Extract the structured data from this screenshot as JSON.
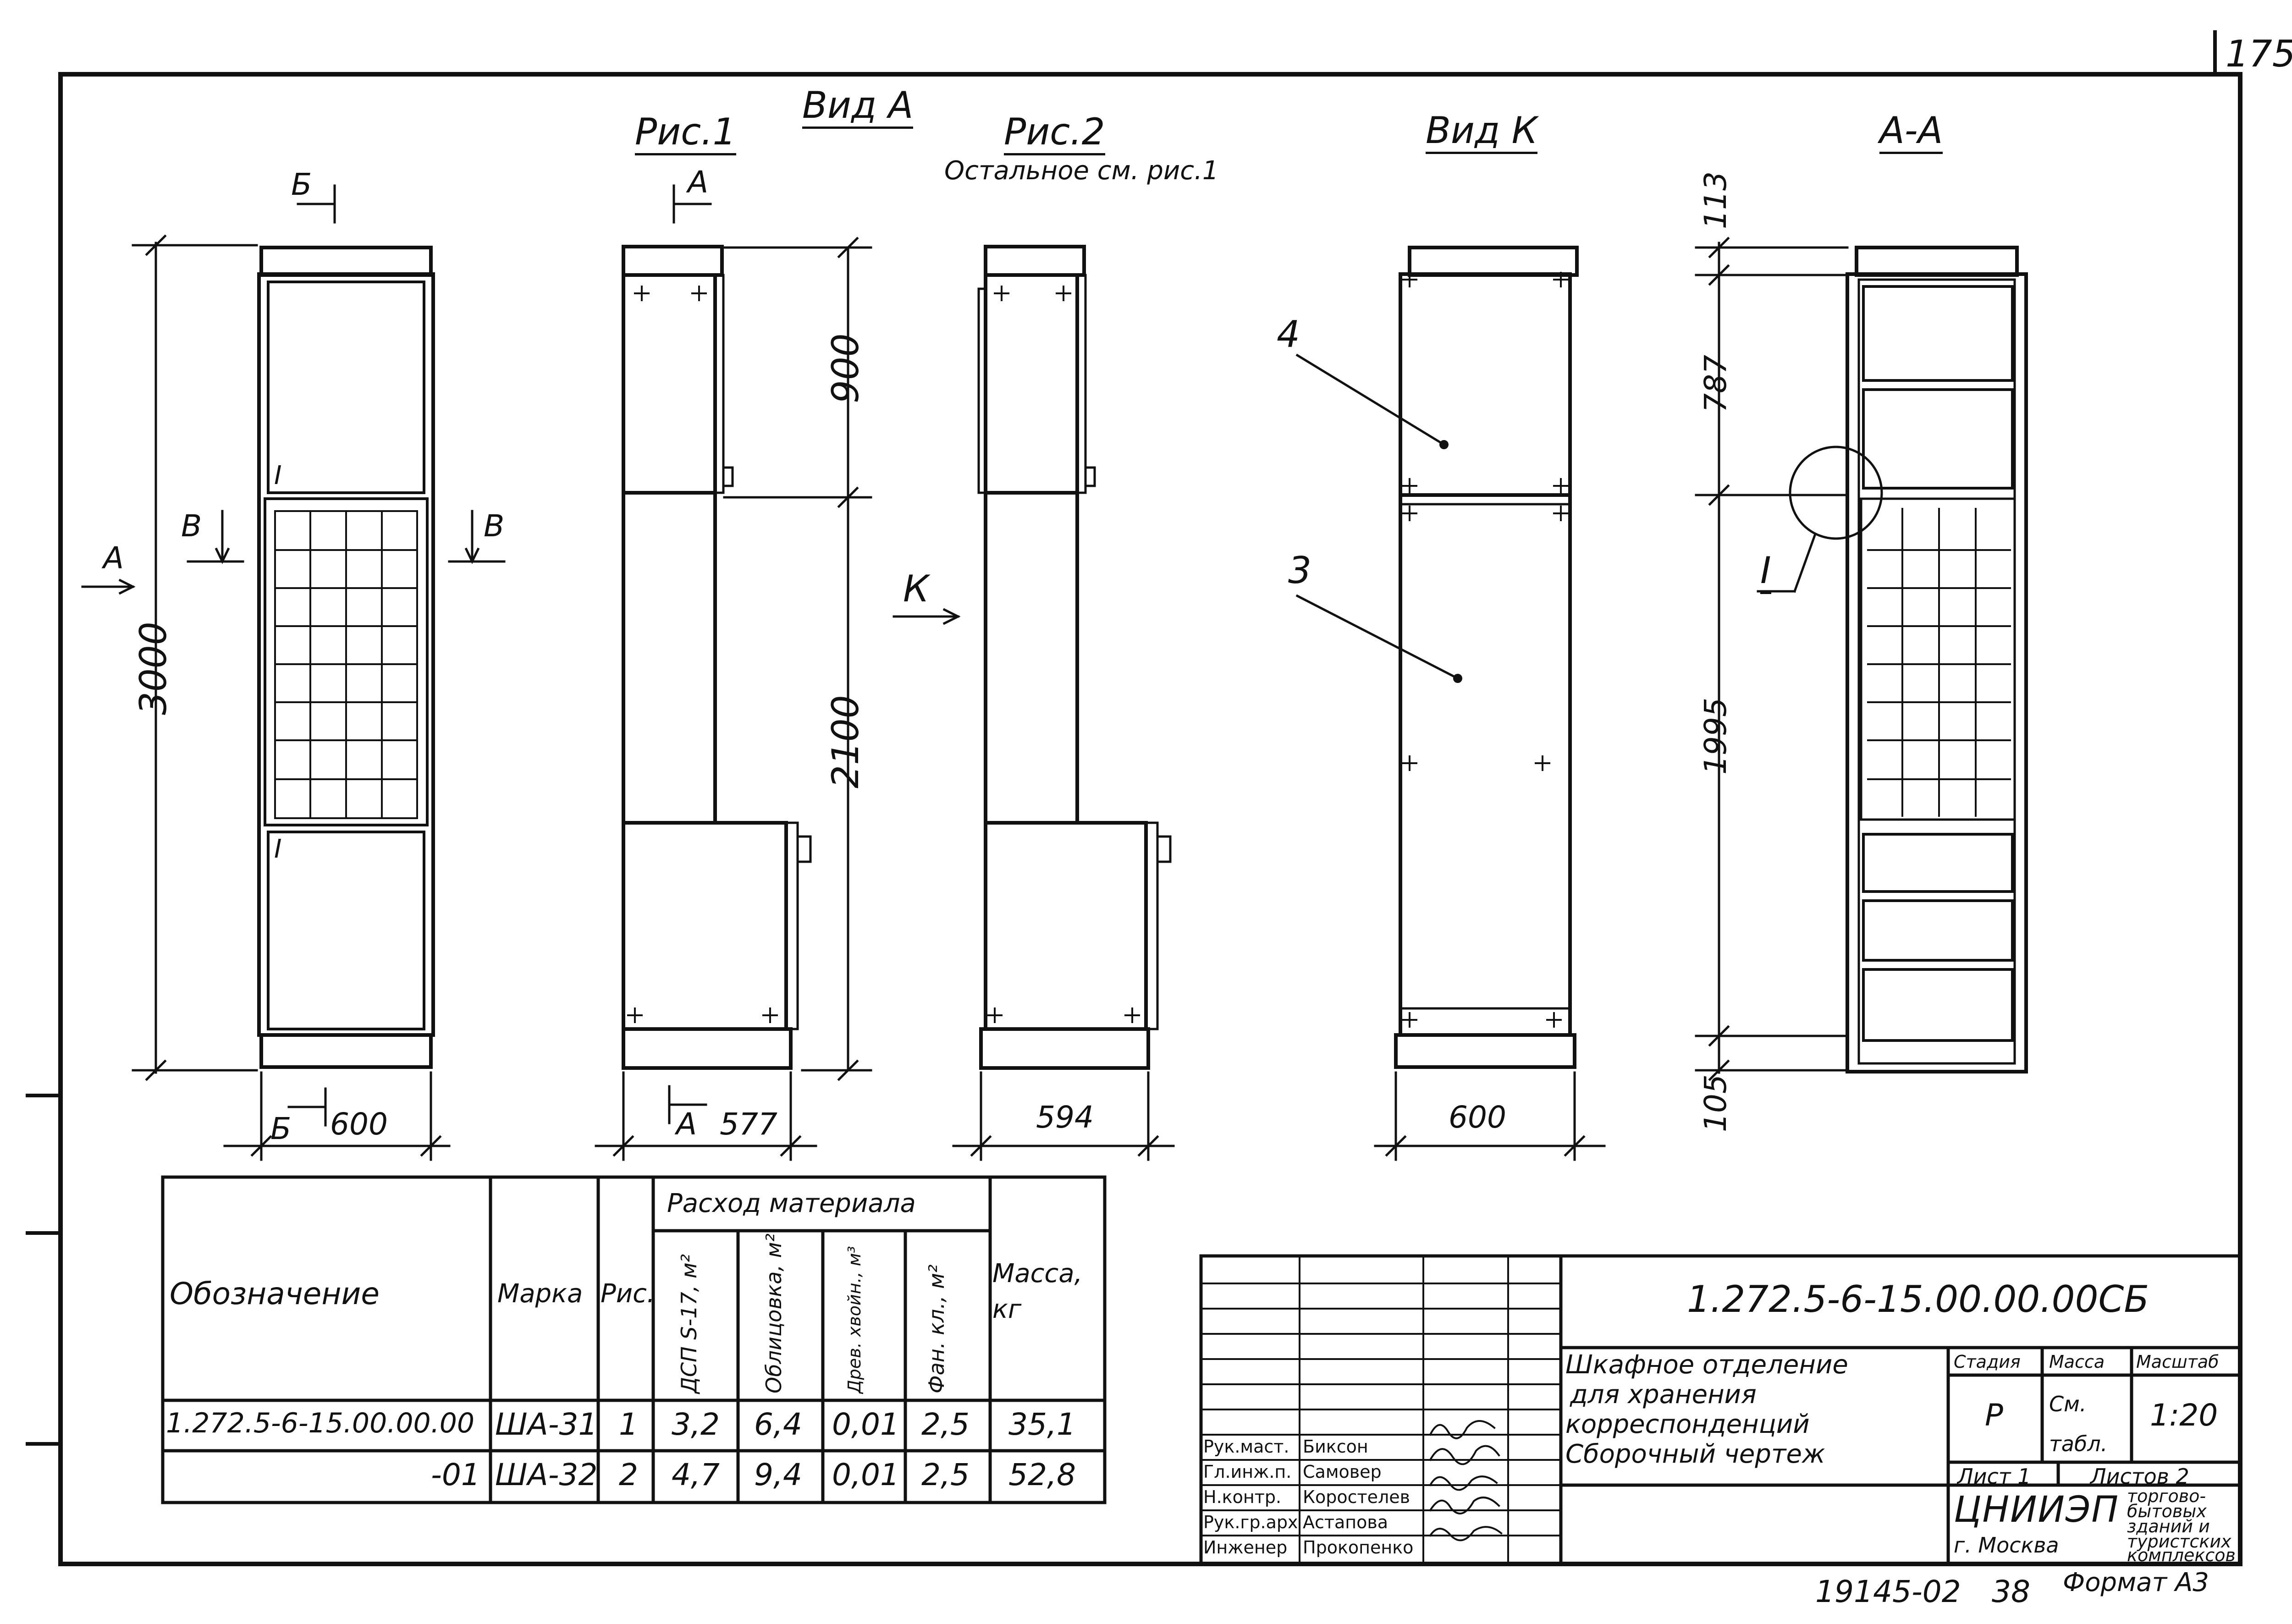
{
  "sheet": {
    "page_number": "175",
    "inventory_number": "19145-02",
    "copy_number": "38",
    "format_label": "Формат А3"
  },
  "views": {
    "view_a": {
      "title": "Вид А",
      "side_markers": [
        "Б",
        "Б"
      ],
      "arrow_letter": "А",
      "section_marks": [
        "В",
        "В"
      ],
      "roman_marks": [
        "I",
        "I"
      ],
      "height_dim": "3000",
      "width_dim": "600"
    },
    "fig1": {
      "title": "Рис.1",
      "section_letter_top": "А",
      "section_letter_bottom": "А",
      "width_dim": "577",
      "upper_dim": "900",
      "lower_dim": "2100"
    },
    "fig2": {
      "title": "Рис.2",
      "subtitle": "Остальное см. рис.1",
      "arrow_letter": "К",
      "width_dim": "594"
    },
    "view_k": {
      "title": "Вид К",
      "callouts": [
        "4",
        "3"
      ],
      "width_dim": "600"
    },
    "section_aa": {
      "title": "А-А",
      "detail_mark": "I",
      "dims": [
        "113",
        "787",
        "1995",
        "105"
      ]
    }
  },
  "materials_table": {
    "headers": {
      "designation": "Обозначение",
      "mark": "Марка",
      "figure": "Рис.",
      "material_group": "Расход материала",
      "mass": "Масса, кг",
      "material_columns": [
        "ДСП S-17, м²",
        "Облицовка, м²",
        "Древ. хвойн., м³",
        "Фан. кл., м²"
      ]
    },
    "rows": [
      {
        "designation": "1.272.5-6-15.00.00.00",
        "mark": "ША-31",
        "figure": "1",
        "values": [
          "3,2",
          "6,4",
          "0,01",
          "2,5"
        ],
        "mass": "35,1"
      },
      {
        "designation": "-01",
        "mark": "ША-32",
        "figure": "2",
        "values": [
          "4,7",
          "9,4",
          "0,01",
          "2,5"
        ],
        "mass": "52,8"
      }
    ]
  },
  "title_block": {
    "document_code": "1.272.5-6-15.00.00.00СБ",
    "title_lines": [
      "Шкафное отделение",
      "для хранения",
      "корреспонденций",
      "Сборочный чертеж"
    ],
    "headers": {
      "stage": "Стадия",
      "mass": "Масса",
      "scale": "Масштаб"
    },
    "stage": "Р",
    "mass_note": "См. табл.",
    "scale": "1:20",
    "sheet": "Лист 1",
    "sheets": "Листов 2",
    "org_name": "ЦНИИЭП",
    "org_city": "г. Москва",
    "org_desc": [
      "торгово-",
      "бытовых",
      "зданий и",
      "туристских",
      "комплексов"
    ],
    "signatures": [
      {
        "role": "Рук.маст.",
        "name": "Биксон"
      },
      {
        "role": "Гл.инж.п.",
        "name": "Самовер"
      },
      {
        "role": "Н.контр.",
        "name": "Коростелев"
      },
      {
        "role": "Рук.гр.арх",
        "name": "Астапова"
      },
      {
        "role": "Инженер",
        "name": "Прокопенко"
      }
    ]
  }
}
